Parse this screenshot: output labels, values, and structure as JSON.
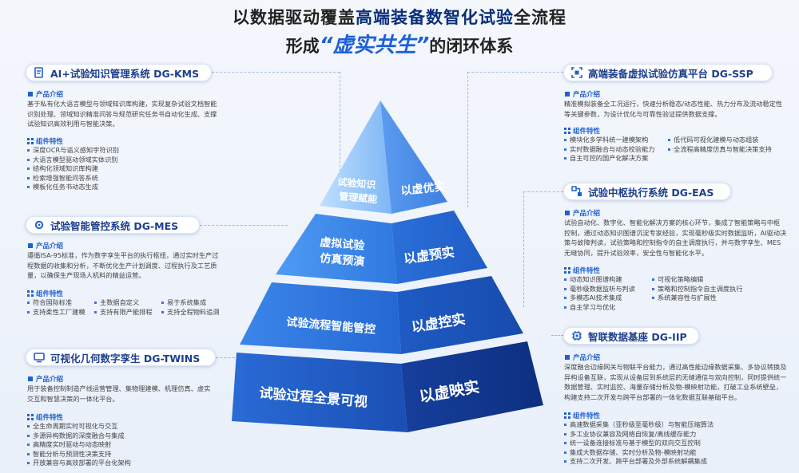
{
  "header": {
    "line1_a": "以数据驱动覆盖",
    "line1_b": "高端装备数智化试验",
    "line1_c": "全流程",
    "line2_a": "形成",
    "line2_b": "“虚实共生”",
    "line2_c": "的闭环体系"
  },
  "labels": {
    "intro": "产品介绍",
    "features": "组件特性"
  },
  "pyramid": {
    "levels": [
      {
        "left_line1": "试验知识",
        "left_line2": "管理赋能",
        "right": "以虚优实"
      },
      {
        "left_line1": "虚拟试验",
        "left_line2": "仿真预演",
        "right": "以虚预实"
      },
      {
        "left_line1": "试验流程智能管控",
        "left_line2": "",
        "right": "以虚控实"
      },
      {
        "left_line1": "试验过程全景可视",
        "left_line2": "",
        "right": "以虚映实"
      }
    ]
  },
  "kms": {
    "title": "AI+试验知识管理系统 DG-KMS",
    "intro": [
      "基于私有化大语言模型与领域知识库构建，实现复杂试验文档智能",
      "识别处理、领域知识精准问答与规范研究任务书自动化生成、支撑",
      "试验知识高效利用与智能决策。"
    ],
    "features": [
      "深度OCR与语义感知字符识别",
      "大语言模型驱动领域实体识别",
      "结构化领域知识库构建",
      "检索增强智能问答系统",
      "模板化任务书动态生成"
    ]
  },
  "mes": {
    "title": "试验智能管控系统 DG-MES",
    "intro": [
      "遵循ISA-95标准，作为数字孪生平台的执行枢纽，通过实时生产过",
      "程数据的收集和分析，不断优化生产计划调度、过程执行及工艺质",
      "量，以确保生产现场人机料的精益运营。"
    ],
    "features_col1": [
      "符合国际标准",
      "支持柔性工厂建模"
    ],
    "features_col2": [
      "主数据自定义",
      "支持有限产能排程"
    ],
    "features_col3": [
      "易于系统集成",
      "支持全程物料追溯"
    ]
  },
  "twins": {
    "title": "可视化几何数字孪生 DG-TWINS",
    "intro": [
      "用于装备控制制造产线运营管理、集物理建模、机理仿真、虚实",
      "交互和智慧决策的一体化平台。"
    ],
    "features": [
      "全生命周期实时可视化与交互",
      "多源异构数据的深度融合与集成",
      "高精度实时驱动与动态映射",
      "智能分析与预测性决策支持",
      "开放兼容与高效部署的平台化架构"
    ]
  },
  "ssp": {
    "title": "高端装备虚拟试验仿真平台 DG-SSP",
    "intro": [
      "精准模拟装备全工况运行，快速分析稳态/动态性能、热力分布及流动稳定性",
      "等关键参数，为设计优化与可靠性验证提供数据支撑。"
    ],
    "features_col1": [
      "模块化多学科统一建模架构",
      "实时数据融合与动态校验能力",
      "自主可控的国产化解决方案"
    ],
    "features_col2": [
      "低代码可视化建模与动态组装",
      "全流程高精度仿真与智能决策支持"
    ]
  },
  "eas": {
    "title": "试验中枢执行系统 DG-EAS",
    "intro": [
      "试验自动化、数字化、智能化解决方案的核心环节，集成了智能策略与中枢",
      "控制，通过动态知识图谱沉淀专家经验，实现毫秒级实时数据监听，AI驱动决",
      "策与故障判读，试验策略和控制指令的自主调度执行，并与数字孪生、MES",
      "无缝协同，提升试验效率，安全性与智能化水平。"
    ],
    "features_col1": [
      "动态知识图谱构建",
      "毫秒级数据监听与判读",
      "多模态AI技术集成",
      "自主学习与优化"
    ],
    "features_col2": [
      "可视化策略编辑",
      "策略和控制指令自主调度执行",
      "系统兼容性与扩展性"
    ]
  },
  "iip": {
    "title": "智联数据基座 DG-IIP",
    "intro": [
      "深度融合边缘网关与物联平台能力，通过高性能边缘数据采集、多协议转换及",
      "异构设备互联，实现从设备层到系统层的无缝通信与双向控制，同时提供统一",
      "数据管理、实时监控、海量存储分析及物-模映射功能，打破工业系统壁垒，",
      "构建支持二次开发与跨平台部署的一体化数据互联基础平台。"
    ],
    "features": [
      "高速数据采集（亚秒级至毫秒级）与智能压缩算法",
      "多工业协议兼容及网络自恢复/离线缓存能力",
      "统一设备连接标准与基于模型的双向交互控制",
      "集成大数据存储、实时分析及物-模映射功能",
      "支持二次开发、跨平台部署及外部系统解耦集成"
    ]
  },
  "colors": {
    "accent": "#1f5fd0",
    "title": "#1c3f8f",
    "pyramid_dark": "#0d2f8a",
    "pyramid_light": "#8fc4ff"
  }
}
